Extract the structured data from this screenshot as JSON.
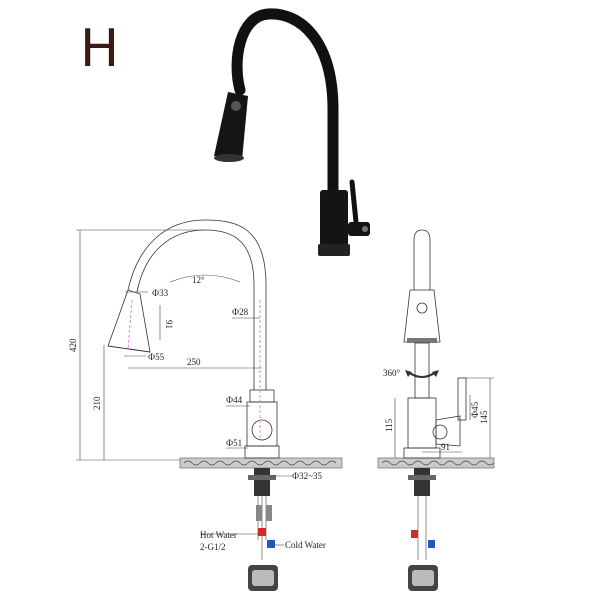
{
  "header": {
    "letter": "H"
  },
  "dimensions": {
    "height_total": "420",
    "height_spout": "210",
    "angle": "12°",
    "dia_head": "Ф33",
    "head_len": "91",
    "dia_spray": "Ф55",
    "reach": "250",
    "dia_tube": "Ф28",
    "dia_body_upper": "Ф44",
    "dia_body_base": "Ф51",
    "hole_range": "Ф32~35",
    "rotation": "360°",
    "side_handle_dia": "Ф45",
    "base_height": "115",
    "handle_height": "145",
    "handle_offset": "91"
  },
  "connections": {
    "hot": "Hot Water",
    "cold": "Cold Water",
    "thread": "2-G1/2"
  },
  "colors": {
    "hot": "#d22b2b",
    "cold": "#2255cc",
    "faucet": "#111111",
    "centerline": "#e066e0"
  }
}
